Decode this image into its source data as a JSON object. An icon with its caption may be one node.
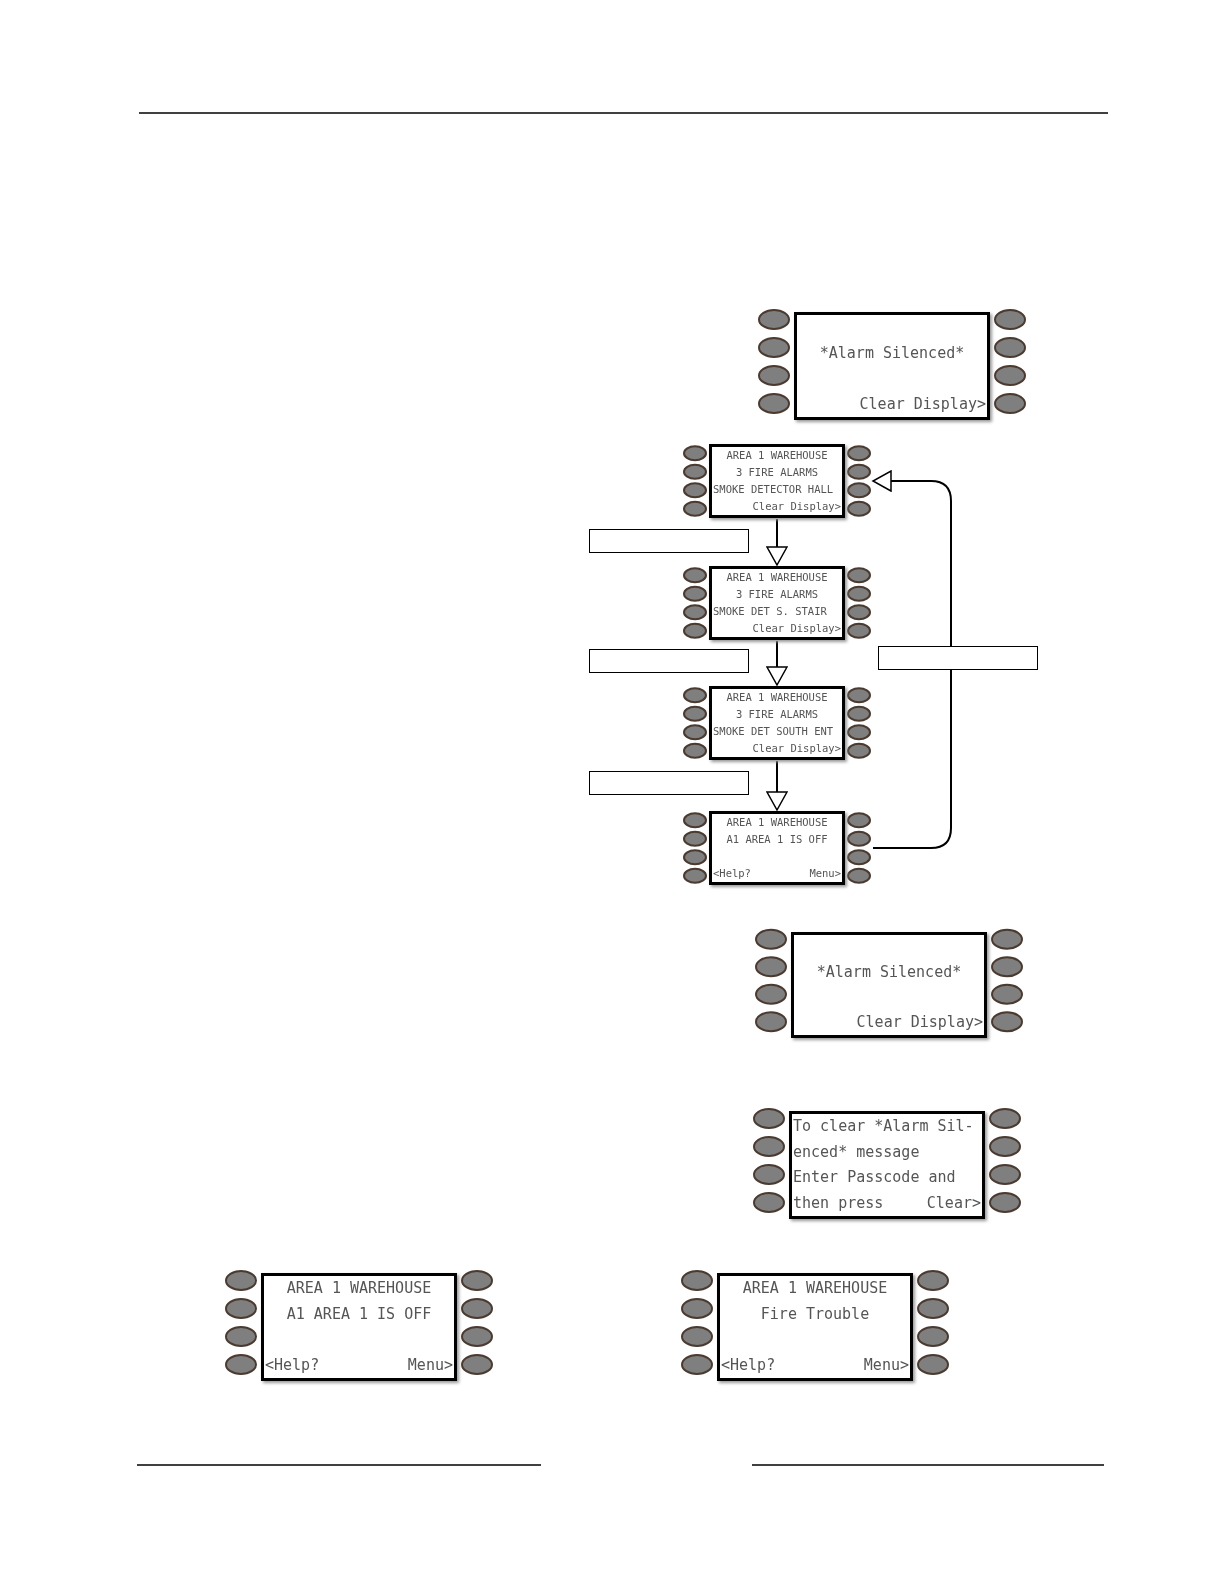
{
  "diagram": {
    "nodes": [
      {
        "text": [
          "*Alarm Silenced*",
          "Clear Display>"
        ]
      },
      {
        "text": [
          "AREA 1 WAREHOUSE",
          "3 FIRE ALARMS",
          "SMOKE DETECTOR HALL",
          "Clear Display>"
        ]
      },
      {
        "text": [],
        "shape": "box"
      },
      {
        "text": [
          "AREA 1 WAREHOUSE",
          "3 FIRE ALARMS",
          "SMOKE DET S. STAIR",
          "Clear Display>"
        ]
      },
      {
        "text": [],
        "shape": "box"
      },
      {
        "text": [
          "AREA 1 WAREHOUSE",
          "3 FIRE ALARMS",
          "SMOKE DET SOUTH ENT",
          "Clear Display>"
        ]
      },
      {
        "text": [],
        "shape": "box"
      },
      {
        "text": [
          "AREA 1 WAREHOUSE",
          "A1 AREA 1 IS OFF",
          "<Help?",
          "Menu>"
        ]
      },
      {
        "text": [],
        "shape": "box"
      },
      {
        "text": [
          "*Alarm Silenced*",
          "Clear Display>"
        ]
      },
      {
        "text": [
          "To clear *Alarm Sil-",
          "enced* message",
          "Enter Passcode and",
          "then press",
          "Clear>"
        ]
      },
      {
        "text": [
          "AREA 1 WAREHOUSE",
          "A1 AREA 1 IS OFF",
          "<Help?",
          "Menu>"
        ]
      },
      {
        "text": [
          "AREA 1 WAREHOUSE",
          "Fire Trouble",
          "<Help?",
          "Menu>"
        ]
      }
    ],
    "edges": [
      {
        "from": 1,
        "to": 3,
        "arrow": "to"
      },
      {
        "from": 3,
        "to": 5,
        "arrow": "to"
      },
      {
        "from": 5,
        "to": 7,
        "arrow": "to"
      },
      {
        "from": 7,
        "to": 1,
        "arrow": "to"
      }
    ]
  }
}
